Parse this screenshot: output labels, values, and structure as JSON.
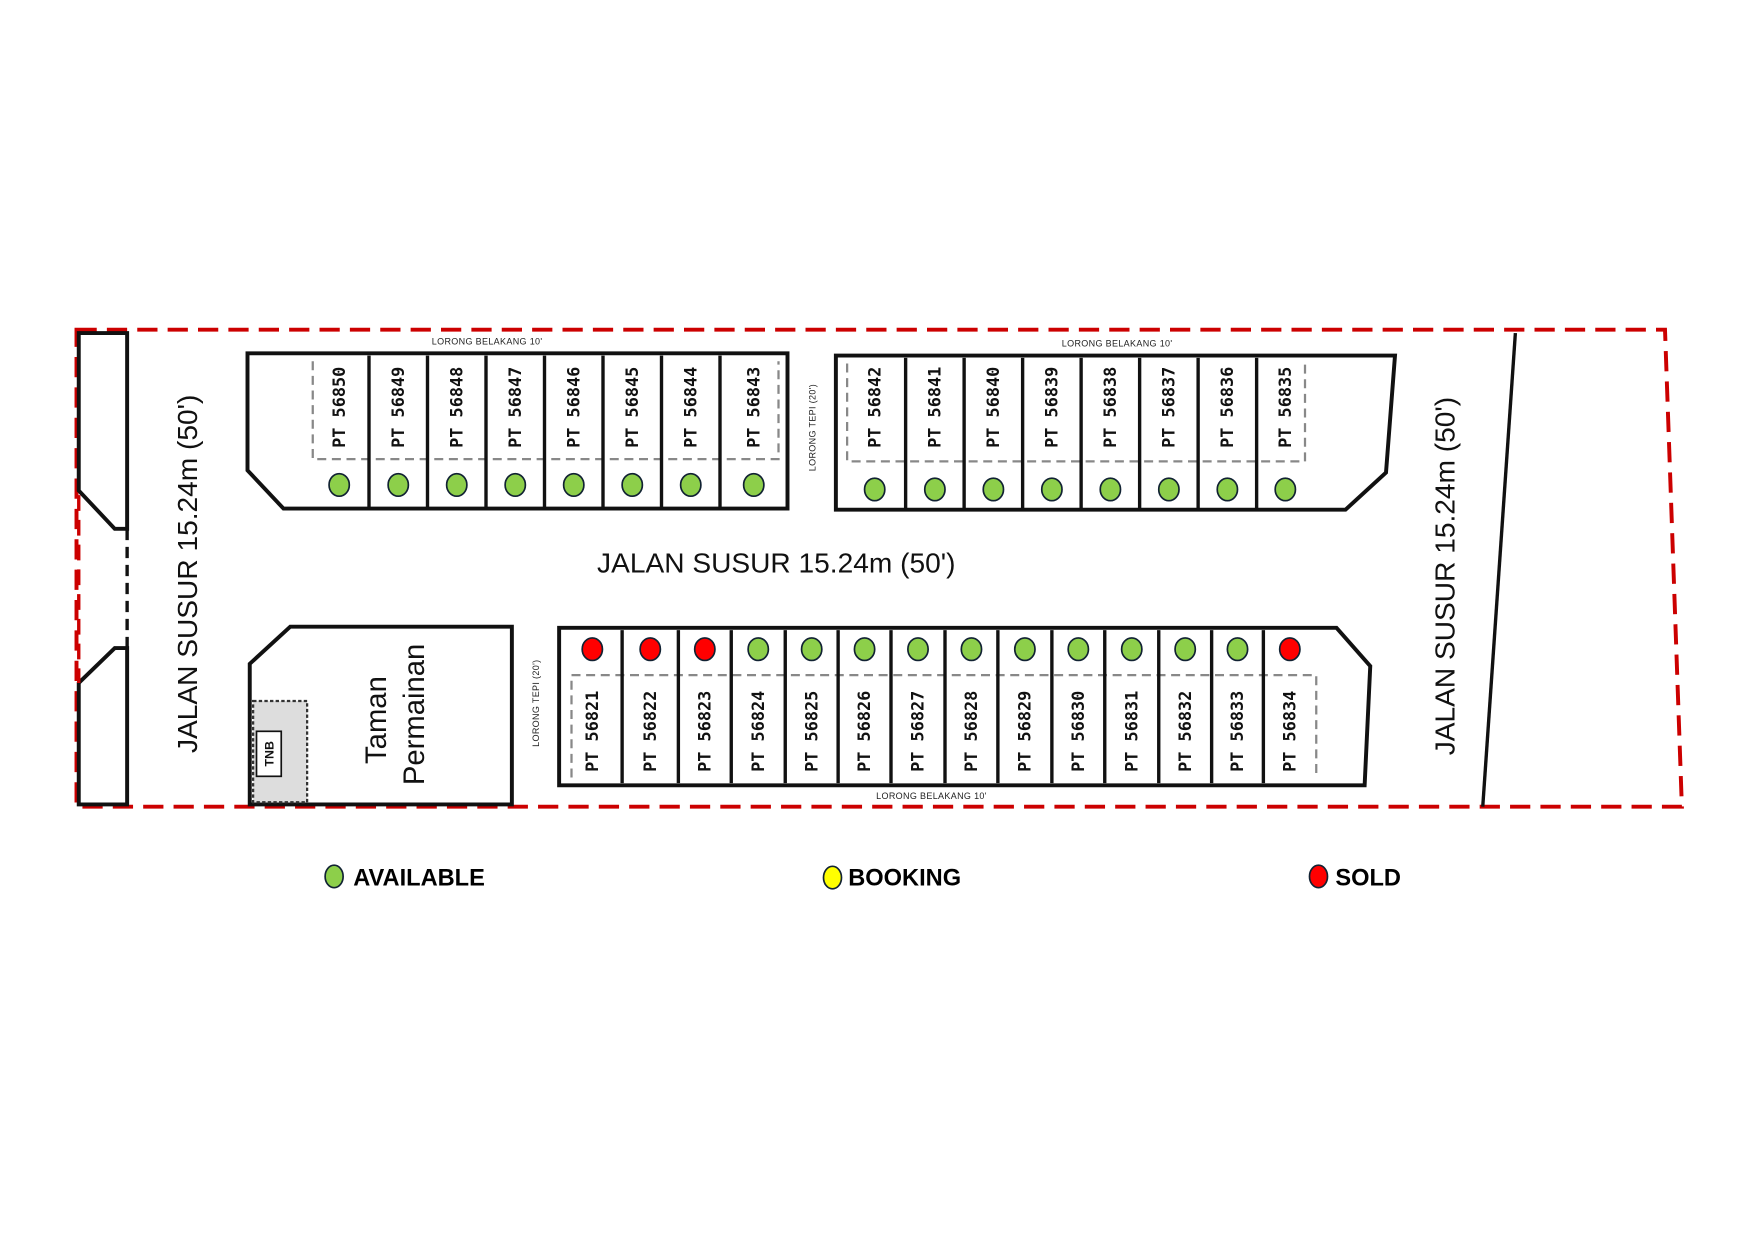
{
  "roads": {
    "main": "JALAN SUSUR 15.24m (50')",
    "left": "JALAN SUSUR 15.24m (50')",
    "right": "JALAN SUSUR 15.24m (50')",
    "back_lane_top_left": "LORONG BELAKANG 10'",
    "back_lane_top_right": "LORONG BELAKANG 10'",
    "back_lane_bottom": "LORONG BELAKANG 10'",
    "side_lane_top": "LORONG TEPI (20')",
    "side_lane_bottom": "LORONG TEPI (20')"
  },
  "park": {
    "line1": "Taman",
    "line2": "Permainan"
  },
  "tnb": "TNB",
  "status_colors": {
    "available": "#8dcf4a",
    "booking": "#ffff00",
    "sold": "#ff0000"
  },
  "lots": {
    "top_left": [
      {
        "label": "PT 56850",
        "status": "available"
      },
      {
        "label": "PT 56849",
        "status": "available"
      },
      {
        "label": "PT 56848",
        "status": "available"
      },
      {
        "label": "PT 56847",
        "status": "available"
      },
      {
        "label": "PT 56846",
        "status": "available"
      },
      {
        "label": "PT 56845",
        "status": "available"
      },
      {
        "label": "PT 56844",
        "status": "available"
      },
      {
        "label": "PT 56843",
        "status": "available"
      }
    ],
    "top_right": [
      {
        "label": "PT 56842",
        "status": "available"
      },
      {
        "label": "PT 56841",
        "status": "available"
      },
      {
        "label": "PT 56840",
        "status": "available"
      },
      {
        "label": "PT 56839",
        "status": "available"
      },
      {
        "label": "PT 56838",
        "status": "available"
      },
      {
        "label": "PT 56837",
        "status": "available"
      },
      {
        "label": "PT 56836",
        "status": "available"
      },
      {
        "label": "PT 56835",
        "status": "available"
      }
    ],
    "bottom": [
      {
        "label": "PT 56821",
        "status": "sold"
      },
      {
        "label": "PT 56822",
        "status": "sold"
      },
      {
        "label": "PT 56823",
        "status": "sold"
      },
      {
        "label": "PT 56824",
        "status": "available"
      },
      {
        "label": "PT 56825",
        "status": "available"
      },
      {
        "label": "PT 56826",
        "status": "available"
      },
      {
        "label": "PT 56827",
        "status": "available"
      },
      {
        "label": "PT 56828",
        "status": "available"
      },
      {
        "label": "PT 56829",
        "status": "available"
      },
      {
        "label": "PT 56830",
        "status": "available"
      },
      {
        "label": "PT 56831",
        "status": "available"
      },
      {
        "label": "PT 56832",
        "status": "available"
      },
      {
        "label": "PT 56833",
        "status": "available"
      },
      {
        "label": "PT 56834",
        "status": "sold"
      }
    ]
  },
  "legend": [
    {
      "label": "AVAILABLE",
      "status": "available"
    },
    {
      "label": "BOOKING",
      "status": "booking"
    },
    {
      "label": "SOLD",
      "status": "sold"
    }
  ]
}
